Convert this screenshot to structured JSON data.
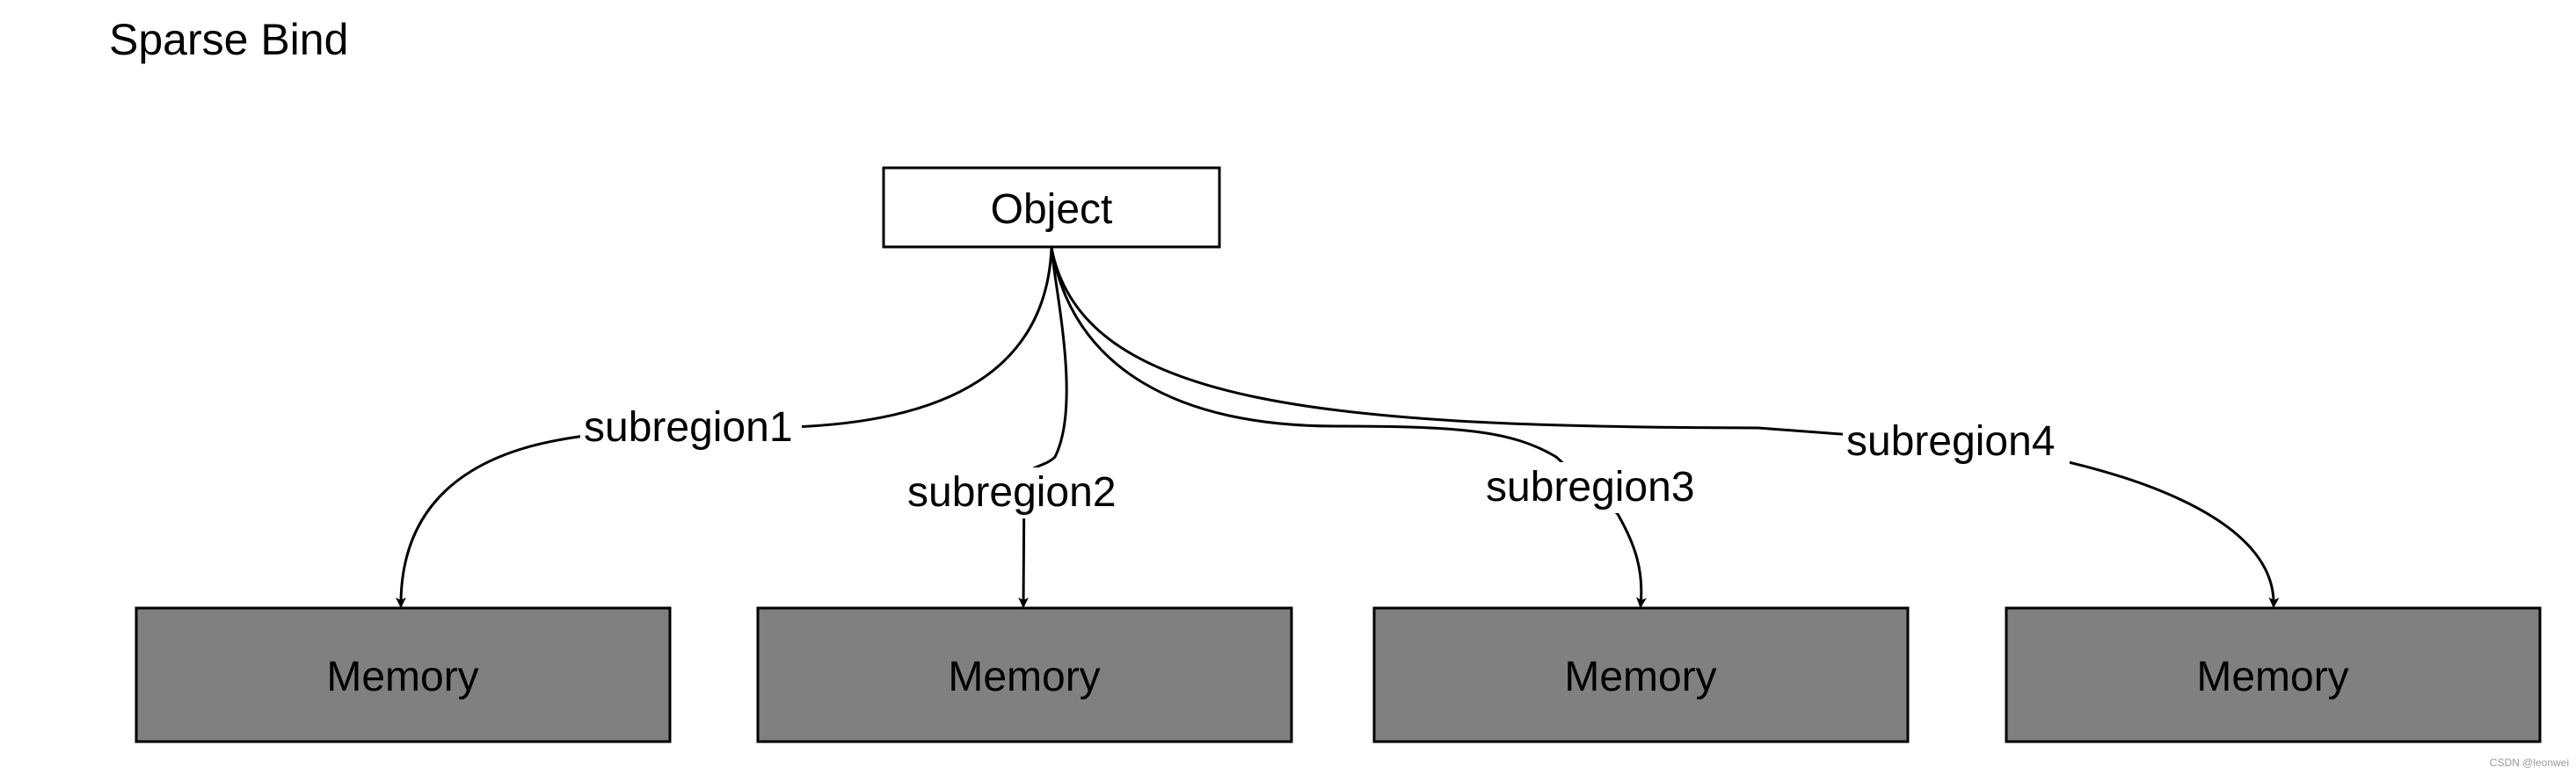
{
  "title": "Sparse Bind",
  "colors": {
    "memory_fill": "#808080",
    "object_fill": "#ffffff",
    "stroke": "#000000",
    "background": "#ffffff"
  },
  "nodes": {
    "object": {
      "label": "Object"
    },
    "memories": [
      {
        "label": "Memory"
      },
      {
        "label": "Memory"
      },
      {
        "label": "Memory"
      },
      {
        "label": "Memory"
      }
    ]
  },
  "edges": [
    {
      "from": "Object",
      "to": "Memory",
      "label": "subregion1"
    },
    {
      "from": "Object",
      "to": "Memory",
      "label": "subregion2"
    },
    {
      "from": "Object",
      "to": "Memory",
      "label": "subregion3"
    },
    {
      "from": "Object",
      "to": "Memory",
      "label": "subregion4"
    }
  ],
  "watermark": "CSDN @leonwei"
}
